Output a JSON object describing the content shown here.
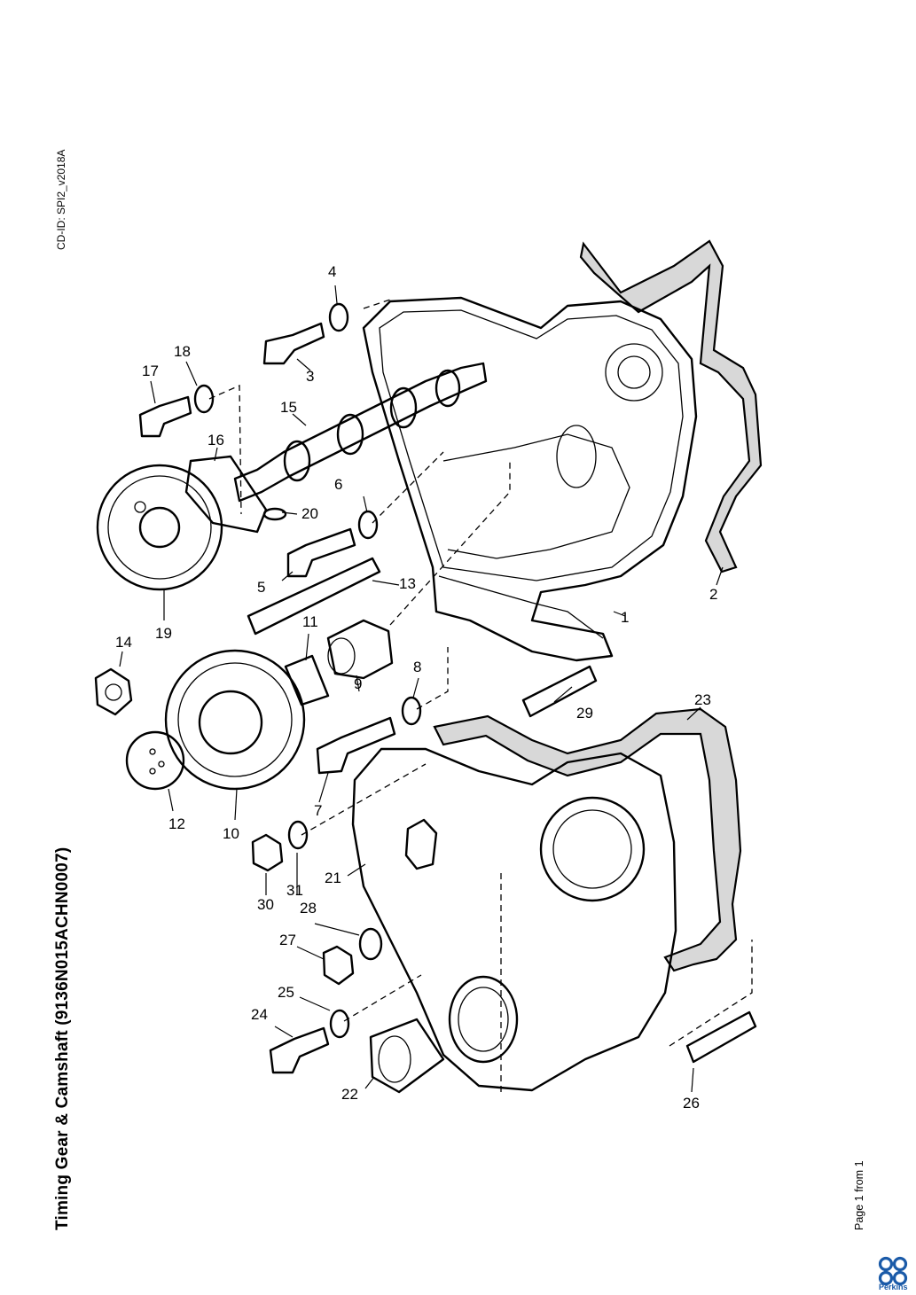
{
  "document": {
    "title": "Timing Gear & Camshaft (9136N015ACHN0007)",
    "cd_id": "CD-ID: SPI2_v2018A",
    "page_indicator": "Page 1 from 1",
    "brand_logo": "perkins-logo",
    "brand_text": "Perkins"
  },
  "callouts": [
    "1",
    "2",
    "3",
    "4",
    "5",
    "6",
    "7",
    "8",
    "9",
    "10",
    "11",
    "12",
    "13",
    "14",
    "15",
    "16",
    "17",
    "18",
    "19",
    "20",
    "21",
    "22",
    "23",
    "24",
    "25",
    "26",
    "27",
    "28",
    "29",
    "30",
    "31"
  ]
}
